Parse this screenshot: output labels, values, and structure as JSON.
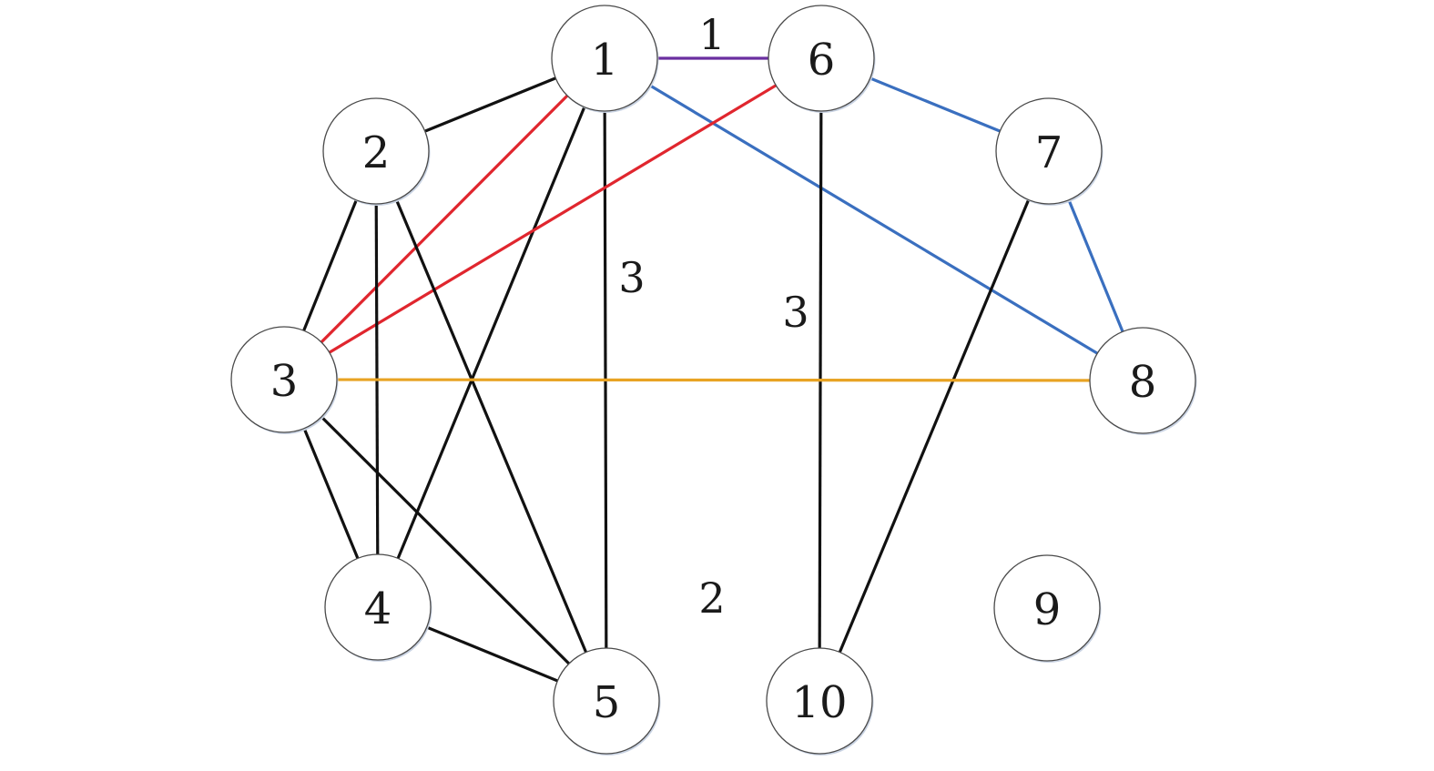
{
  "graph": {
    "nodes": [
      {
        "id": "1",
        "label": "1"
      },
      {
        "id": "2",
        "label": "2"
      },
      {
        "id": "3",
        "label": "3"
      },
      {
        "id": "4",
        "label": "4"
      },
      {
        "id": "5",
        "label": "5"
      },
      {
        "id": "6",
        "label": "6"
      },
      {
        "id": "7",
        "label": "7"
      },
      {
        "id": "8",
        "label": "8"
      },
      {
        "id": "9",
        "label": "9"
      },
      {
        "id": "10",
        "label": "10"
      }
    ],
    "edges": [
      {
        "from": "1",
        "to": "6",
        "color": "#6a2fa0"
      },
      {
        "from": "1",
        "to": "2",
        "color": "#111111"
      },
      {
        "from": "1",
        "to": "3",
        "color": "#e0262e"
      },
      {
        "from": "1",
        "to": "4",
        "color": "#111111"
      },
      {
        "from": "1",
        "to": "5",
        "color": "#111111"
      },
      {
        "from": "1",
        "to": "8",
        "color": "#3a6fbf"
      },
      {
        "from": "6",
        "to": "3",
        "color": "#e0262e"
      },
      {
        "from": "6",
        "to": "7",
        "color": "#3a6fbf"
      },
      {
        "from": "6",
        "to": "10",
        "color": "#111111"
      },
      {
        "from": "7",
        "to": "8",
        "color": "#3a6fbf"
      },
      {
        "from": "7",
        "to": "10",
        "color": "#111111"
      },
      {
        "from": "2",
        "to": "3",
        "color": "#111111"
      },
      {
        "from": "2",
        "to": "4",
        "color": "#111111"
      },
      {
        "from": "2",
        "to": "5",
        "color": "#111111"
      },
      {
        "from": "3",
        "to": "8",
        "color": "#e8a323"
      },
      {
        "from": "3",
        "to": "4",
        "color": "#111111"
      },
      {
        "from": "3",
        "to": "5",
        "color": "#111111"
      },
      {
        "from": "4",
        "to": "5",
        "color": "#111111"
      }
    ],
    "edge_labels": [
      "1",
      "3",
      "3",
      "2"
    ]
  }
}
